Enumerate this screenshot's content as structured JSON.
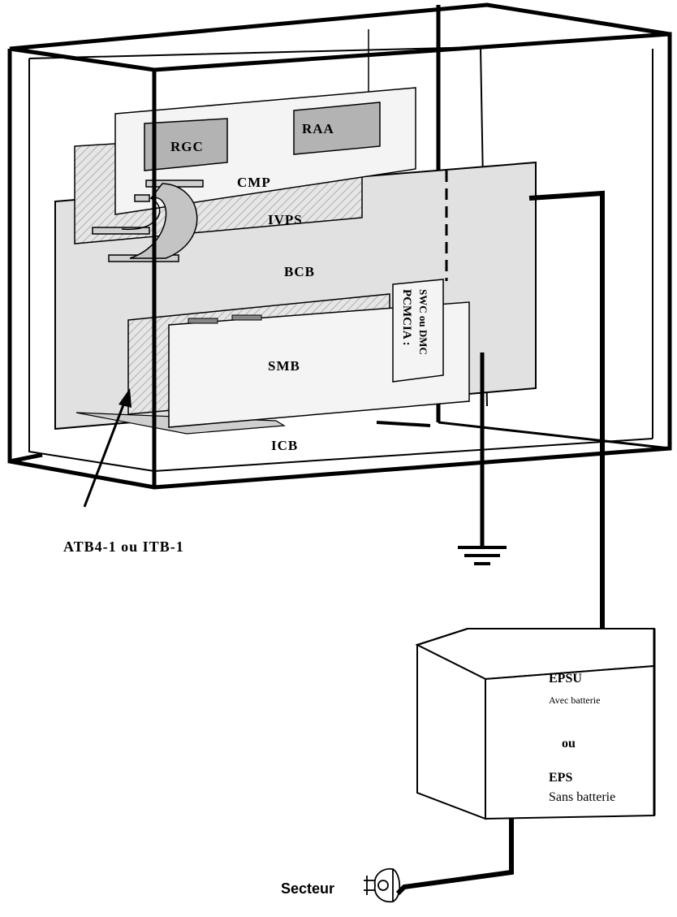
{
  "boards": {
    "rgc": "RGC",
    "raa": "RAA",
    "cmp": "CMP",
    "ivps": "IVPS",
    "bcb": "BCB",
    "smb": "SMB",
    "icb": "ICB",
    "pcmcia_line1": "PCMCIA :",
    "pcmcia_line2": "SWC ou DMC"
  },
  "callout": {
    "atb": "ATB4-1 ou ITB-1"
  },
  "power_supply": {
    "epsu": "EPSU",
    "epsu_sub": "Avec batterie",
    "or": "ou",
    "eps": "EPS",
    "eps_sub": "Sans batterie"
  },
  "mains": {
    "label": "Secteur"
  },
  "icons": [
    "ground-icon",
    "mains-plug-icon"
  ],
  "colors": {
    "board_light": "#f2f2f2",
    "board_mid": "#dedede",
    "chip": "#b3b3b3",
    "hatch": "#d8d8d8",
    "line": "#000000"
  }
}
